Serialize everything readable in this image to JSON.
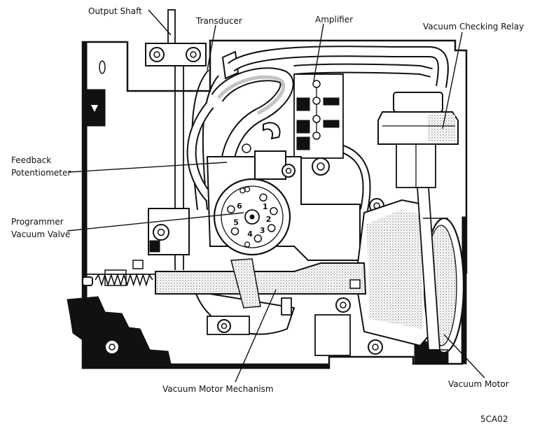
{
  "labels": {
    "output_shaft": "Output Shaft",
    "transducer": "Transducer",
    "amplifier": "Amplifier",
    "vacuum_checking_relay": "Vacuum Checking Relay",
    "feedback_potentiometer_line1": "Feedback",
    "feedback_potentiometer_line2": "Potentiometer",
    "programmer_vacuum_valve_line1": "Programmer",
    "programmer_vacuum_valve_line2": "Vacuum Valve",
    "vacuum_motor_mechanism": "Vacuum Motor Mechanism",
    "vacuum_motor": "Vacuum Motor"
  },
  "figure_code": "5CA02",
  "valve_port_numbers": [
    "1",
    "2",
    "3",
    "4",
    "5",
    "6"
  ],
  "colors": {
    "ink": "#111111",
    "paper": "#ffffff",
    "stipple": "#bdbdbd"
  }
}
